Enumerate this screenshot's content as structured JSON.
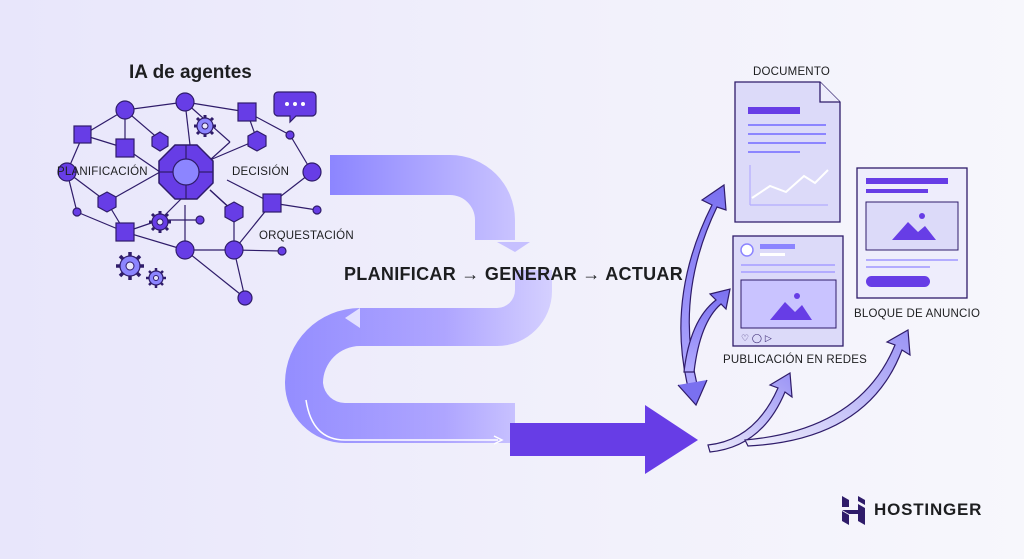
{
  "diagram": {
    "title": "IA de agentes",
    "labels": {
      "planificacion": "PLANIFICACIÓN",
      "decision": "DECISIÓN",
      "orquestacion": "ORQUESTACIÓN"
    },
    "flow_text": "PLANIFICAR → GENERAR → ACTUAR",
    "outputs": {
      "documento": "DOCUMENTO",
      "publicacion": "PUBLICACIÓN EN REDES",
      "bloque": "BLOQUE DE ANUNCIO"
    }
  },
  "brand": {
    "name": "HOSTINGER"
  },
  "colors": {
    "primary": "#673de6",
    "light": "#8c85ff",
    "pale": "#d5dfff",
    "dark": "#2f1c6a",
    "text": "#1d1e20"
  }
}
